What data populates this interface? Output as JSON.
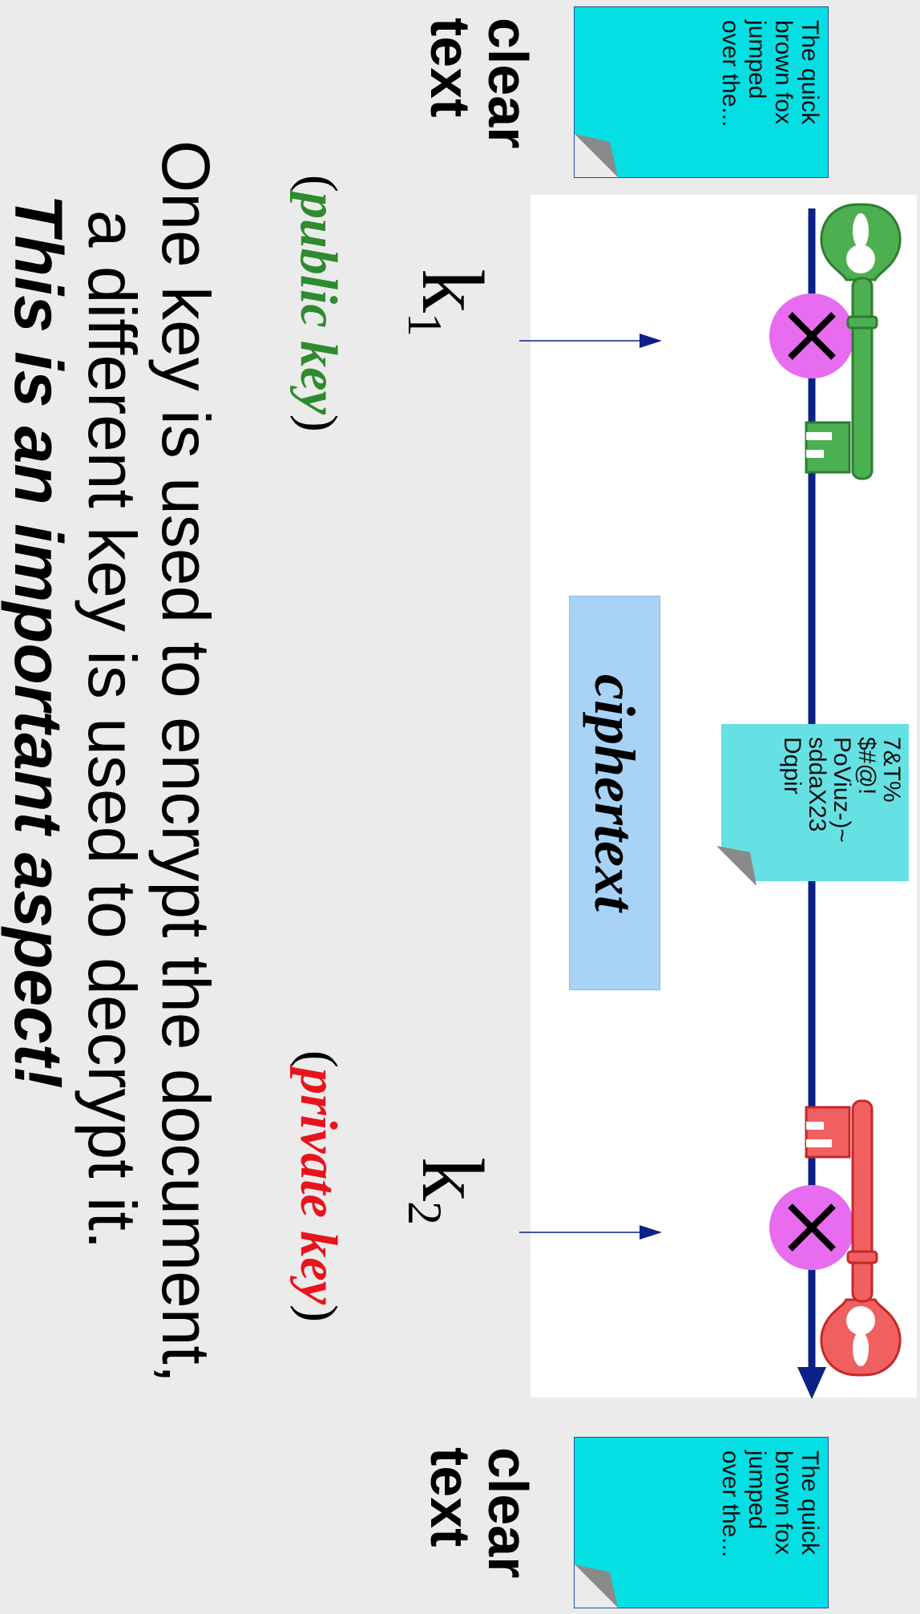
{
  "colors": {
    "background": "#ebebeb",
    "note_fill": "#05dfe4",
    "cipher_note_fill": "#66e1e3",
    "cipher_box_fill": "#a8d3f7",
    "arrow": "#0b2186",
    "cipher_node": "#e86cf0",
    "public_key": "#2e8b2e",
    "private_key": "#e8141c"
  },
  "icons": {
    "public_key_icon": "green-key",
    "private_key_icon": "red-key",
    "cipher_node_icon": "circled-x"
  },
  "input": {
    "label_line1": "clear",
    "label_line2": "text",
    "note_lines": [
      "The quick",
      "brown fox",
      "jumped",
      "over the..."
    ]
  },
  "output": {
    "label_line1": "clear",
    "label_line2": "text",
    "note_lines": [
      "The quick",
      "brown fox",
      "jumped",
      "over the..."
    ]
  },
  "key1": {
    "letter": "k",
    "sub": "1",
    "open_paren": "(",
    "type": "public key",
    "close_paren": ")"
  },
  "key2": {
    "letter": "k",
    "sub": "2",
    "open_paren": "(",
    "type": "private key",
    "close_paren": ")"
  },
  "ciphertext": {
    "label": "ciphertext",
    "note_lines": [
      "7&T%",
      "$#@!",
      "PoViuz-)~",
      "sddaX23",
      "Dqpir"
    ]
  },
  "explanation": {
    "line1": "One key is used to encrypt the document,",
    "line2": "a different key is used to decrypt it.",
    "line3": "This is an important aspect!"
  }
}
